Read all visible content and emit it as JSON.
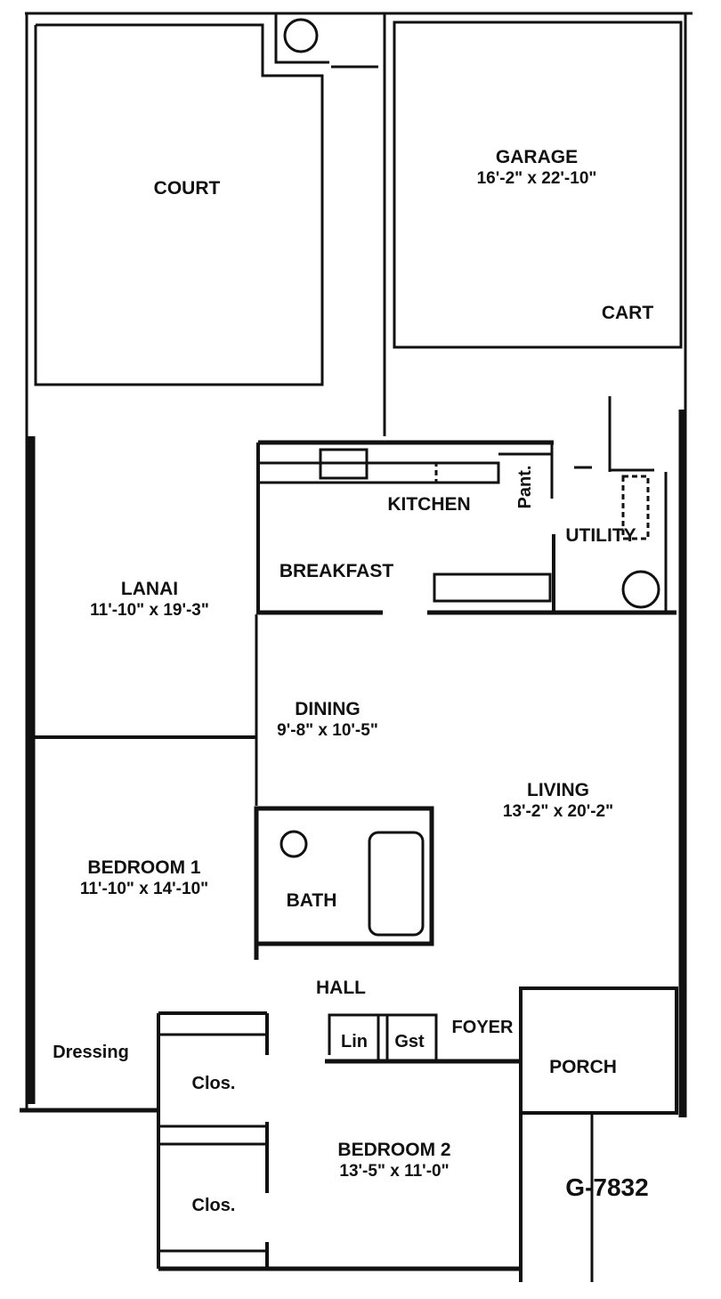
{
  "plan_code": "G-7832",
  "rooms": {
    "court": {
      "name": "COURT"
    },
    "garage": {
      "name": "GARAGE",
      "dims": "16'-2\" x 22'-10\""
    },
    "cart": {
      "name": "CART"
    },
    "kitchen": {
      "name": "KITCHEN"
    },
    "pantry": {
      "name": "Pant."
    },
    "utility": {
      "name": "UTILITY"
    },
    "breakfast": {
      "name": "BREAKFAST"
    },
    "lanai": {
      "name": "LANAI",
      "dims": "11'-10\" x 19'-3\""
    },
    "dining": {
      "name": "DINING",
      "dims": "9'-8\" x 10'-5\""
    },
    "living": {
      "name": "LIVING",
      "dims": "13'-2\" x 20'-2\""
    },
    "bedroom1": {
      "name": "BEDROOM 1",
      "dims": "11'-10\" x 14'-10\""
    },
    "bath": {
      "name": "BATH"
    },
    "hall": {
      "name": "HALL"
    },
    "linen": {
      "name": "Lin"
    },
    "guest_closet": {
      "name": "Gst"
    },
    "foyer": {
      "name": "FOYER"
    },
    "dressing": {
      "name": "Dressing"
    },
    "closet1": {
      "name": "Clos."
    },
    "closet2": {
      "name": "Clos."
    },
    "porch": {
      "name": "PORCH"
    },
    "bedroom2": {
      "name": "BEDROOM 2",
      "dims": "13'-5\" x 11'-0\""
    }
  }
}
